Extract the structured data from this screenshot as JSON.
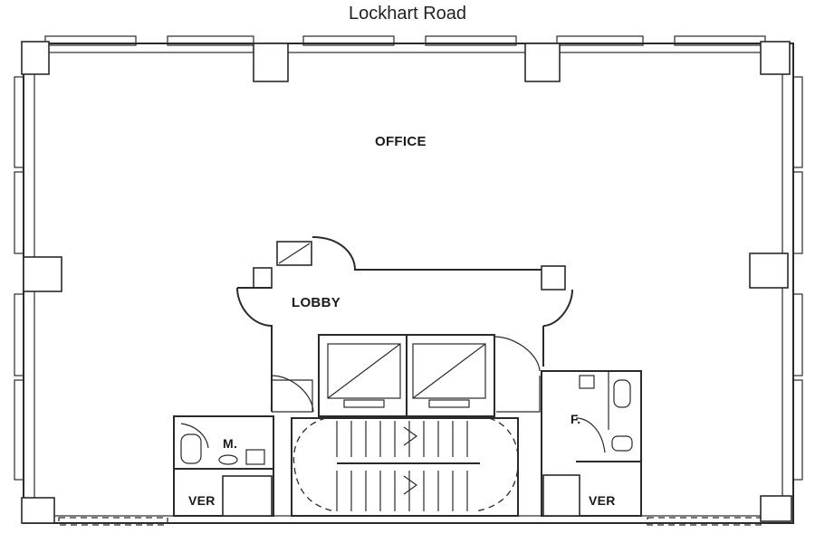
{
  "street": "Lockhart Road",
  "rooms": {
    "office": "OFFICE",
    "lobby": "LOBBY",
    "male_toilet": "M.",
    "female_toilet": "F.",
    "ver_left": "VER",
    "ver_right": "VER"
  }
}
